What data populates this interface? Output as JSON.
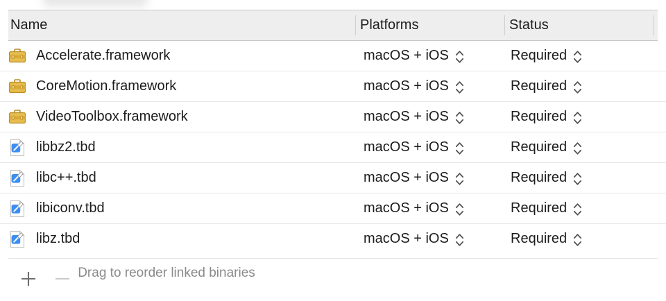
{
  "table": {
    "columns": [
      {
        "key": "name",
        "label": "Name"
      },
      {
        "key": "platforms",
        "label": "Platforms"
      },
      {
        "key": "status",
        "label": "Status"
      }
    ],
    "rows": [
      {
        "icon": "framework-toolbox-icon",
        "name": "Accelerate.framework",
        "platforms": "macOS + iOS",
        "status": "Required"
      },
      {
        "icon": "framework-toolbox-icon",
        "name": "CoreMotion.framework",
        "platforms": "macOS + iOS",
        "status": "Required"
      },
      {
        "icon": "framework-toolbox-icon",
        "name": "VideoToolbox.framework",
        "platforms": "macOS + iOS",
        "status": "Required"
      },
      {
        "icon": "tbd-document-icon",
        "name": "libbz2.tbd",
        "platforms": "macOS + iOS",
        "status": "Required"
      },
      {
        "icon": "tbd-document-icon",
        "name": "libc++.tbd",
        "platforms": "macOS + iOS",
        "status": "Required"
      },
      {
        "icon": "tbd-document-icon",
        "name": "libiconv.tbd",
        "platforms": "macOS + iOS",
        "status": "Required"
      },
      {
        "icon": "tbd-document-icon",
        "name": "libz.tbd",
        "platforms": "macOS + iOS",
        "status": "Required"
      }
    ]
  },
  "bottom_bar": {
    "add_label": "+",
    "remove_label": "−",
    "hint": "Drag to reorder linked binaries"
  },
  "colors": {
    "header_background": "#eeeeee",
    "header_border": "#c8c8c8",
    "row_separator": "#e8e8e8",
    "text": "#1c1c1c",
    "hint_text": "#8a8a8a",
    "framework_icon": "#e3b23c",
    "tbd_icon": "#3d8ef0",
    "add_button": "#6e6e6e",
    "remove_button": "#c9c9c9"
  }
}
